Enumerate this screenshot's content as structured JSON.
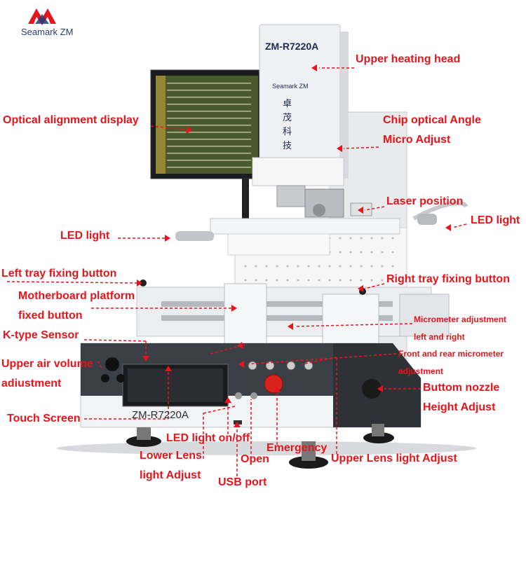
{
  "logo": {
    "text": "Seamark ZM"
  },
  "machine": {
    "model_head": "ZM-R7220A",
    "model_base": "ZM-R7220A",
    "brand_head": "Seamark ZM",
    "chinese": "卓茂科技"
  },
  "labels": [
    "Upper heating head",
    "Optical alignment display",
    "Chip optical Angle",
    "Micro Adjust",
    "Laser position",
    "LED light",
    "LED light",
    "Left tray fixing button",
    "Right tray fixing button",
    "Motherboard platform",
    "fixed button",
    "Micrometer adjustment",
    "left and right",
    "K-type Sensor",
    "Front and rear micrometer",
    "adjustment",
    "Upper air volume",
    "adiustment",
    "Buttom nozzle",
    "Height Adjust",
    "Touch Screen",
    "LED light on/off",
    "Emergency",
    "Lower Lens",
    "light Adjust",
    "Open",
    "Upper Lens light Adjust",
    "USB port"
  ],
  "colors": {
    "label": "#e8141c",
    "logo": "#2a3a78",
    "machine_white": "#f2f3f5",
    "machine_gray": "#3b3f46"
  }
}
